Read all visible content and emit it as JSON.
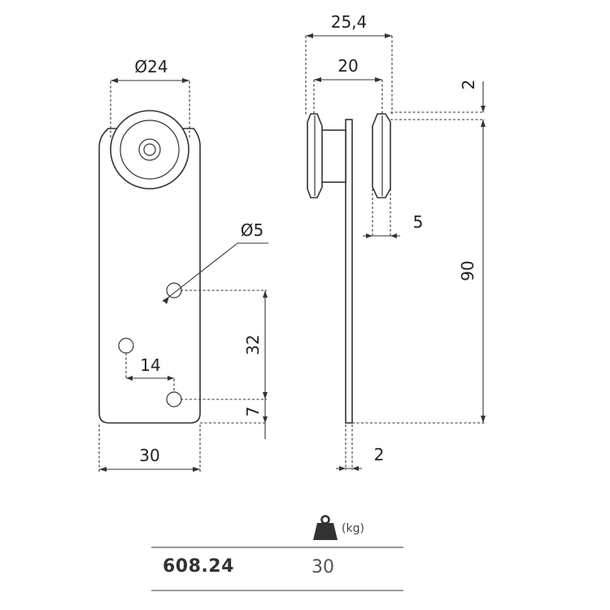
{
  "front_view": {
    "dimensions": {
      "wheel_diameter": "Ø24",
      "hole_diameter": "Ø5",
      "hole_spacing_vertical": "32",
      "hole_spacing_horizontal": "14",
      "bottom_offset": "7",
      "plate_width": "30"
    }
  },
  "side_view": {
    "dimensions": {
      "overall_width": "25,4",
      "wheel_width": "20",
      "top_offset": "2",
      "flange_width": "5",
      "height": "90",
      "plate_thickness": "2"
    }
  },
  "table": {
    "header_icon": "weight-icon",
    "header_unit": "(kg)",
    "rows": [
      {
        "code": "608.24",
        "load": "30"
      }
    ]
  },
  "colors": {
    "line": "#333333",
    "rule": "#9a9a9a",
    "icon": "#333333"
  }
}
